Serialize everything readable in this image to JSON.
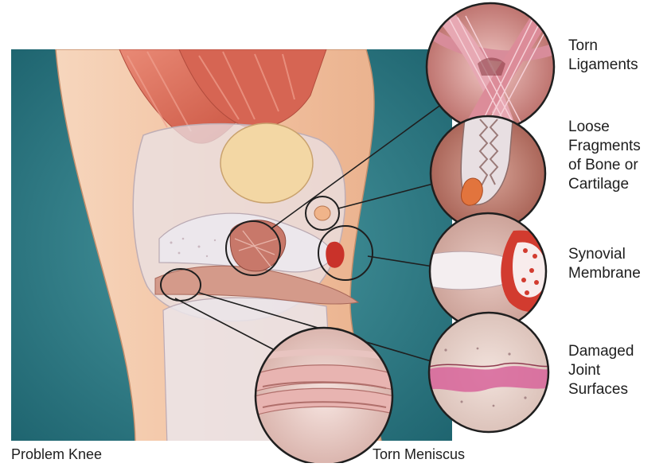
{
  "labels": {
    "torn_ligaments": [
      "Torn",
      "Ligaments"
    ],
    "loose_fragments": [
      "Loose",
      "Fragments",
      "of Bone or",
      "Cartilage"
    ],
    "synovial_membrane": [
      "Synovial",
      "Membrane"
    ],
    "damaged_joint_surfaces": [
      "Damaged",
      "Joint",
      "Surfaces"
    ]
  },
  "captions": {
    "left": "Problem Knee",
    "right": "Torn Meniscus"
  },
  "colors": {
    "background_teal": "#2f7d86",
    "skin": "#f3c9a8",
    "muscle": "#d9685a",
    "bone": "#e9e4e6",
    "tissue_red": "#c9322a",
    "circle_border": "#1f1f1f"
  }
}
